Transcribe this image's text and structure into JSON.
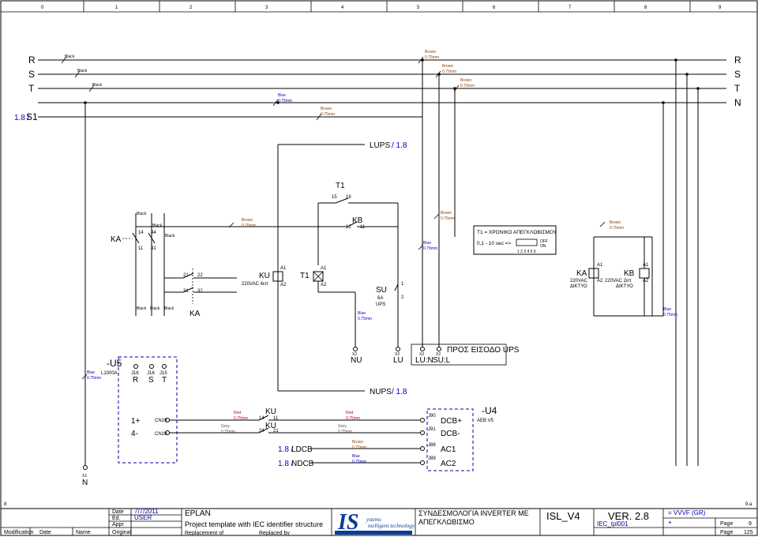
{
  "ruler": {
    "columns": [
      "0",
      "1",
      "2",
      "3",
      "4",
      "5",
      "6",
      "7",
      "8",
      "9"
    ],
    "row_left": "8",
    "row_right": "9.a"
  },
  "buses": {
    "r": "R",
    "s": "S",
    "t": "T",
    "n": "N",
    "s1": "S1",
    "s1_ref": "1.8 /"
  },
  "wires": {
    "black": "Black",
    "brown": "Brown",
    "blue": "Blue",
    "red": "Red",
    "grey": "Grey",
    "size": "0.75mm"
  },
  "labels": {
    "lups": "LUPS",
    "lups_ref": "/ 1.8",
    "nups": "NUPS",
    "nups_ref": "/ 1.8",
    "t1": "T1",
    "t1_pin15": "15",
    "t1_pin18": "18",
    "ka": "KA",
    "ka_p14": "14",
    "ka_p44": "44",
    "ka_p11": "11",
    "ka_p41": "41",
    "ka_p21": "21",
    "ka_p22": "22",
    "ka_p31": "31",
    "ka_p32": "32",
    "kb": "KB",
    "kb_p12": "12",
    "kb_p11": "11",
    "ku": "KU",
    "ku_rating": "220VAC 4επ",
    "ku_p14": "14",
    "ku_p11": "11",
    "ku_p24": "24",
    "ku_p21": "21",
    "a1": "A1",
    "a2": "A2",
    "su": "SU",
    "su_rating": "6A",
    "su_type": "UPS",
    "su_p1": "1",
    "su_p2": "2",
    "ka_rating": "220VAC",
    "kb_rating": "220VAC 2επ",
    "net": "ΔΙΚΤΥΟ",
    "ldcb": "LDCB",
    "ldcb_ref": "1.8 /",
    "ndcb": "NDCB",
    "ndcb_ref": "1.8 /"
  },
  "timer_box": {
    "title": "T1 = ΧΡΟΝΙΚΟ ΑΠΕΓΚΛΩΒΙΣΜΟΥ",
    "range": "0,1 - 10 sec =>",
    "off": "OFF",
    "on": "ON",
    "positions": "1 2 3 4 5 6"
  },
  "terminals": {
    "x2": "X2",
    "x1": "X1",
    "nu": "NU",
    "lu": "LU",
    "lu_n": "LU:N",
    "su_l": "SU:L",
    "ups_input": "ΠΡΟΣ ΕΙΣΟΔΟ UPS"
  },
  "u5": {
    "name": "-U5",
    "model": "L1000A",
    "j16": "J16",
    "j15": "J15",
    "plus": "1+",
    "minus": "4-",
    "cn19": "CN19"
  },
  "u4": {
    "name": "-U4",
    "model": "AEB V5",
    "j90": "J90",
    "j91": "J91",
    "j88": "J88",
    "j89": "J89",
    "dcb_plus": "DCB+",
    "dcb_minus": "DCB-",
    "ac1": "AC1",
    "ac2": "AC2"
  },
  "title_block": {
    "date_label": "Date",
    "date": "7/7/2011",
    "ed_label": "Ed.",
    "user": "USER",
    "appr_label": "Appr",
    "original_label": "Original",
    "modification_label": "Modification",
    "name_label": "Name",
    "software": "EPLAN",
    "project": "Project template with IEC identifier structure",
    "replacement_label": "Replacement of",
    "replaced_label": "Replaced by",
    "description_1": "ΣΥΝΔΕΣΜΟΛΟΓΙΑ INVERTER ME",
    "description_2": "ΑΠΕΓΚΛΩΒΙΣΜΟ",
    "drawing_id": "ISL_V4",
    "version": "VER. 2.8",
    "file": "IEC_tpl001",
    "plant": "= VVVF (GR)",
    "plus": "+",
    "page_label": "Page",
    "page": "9",
    "page_total": "125"
  }
}
